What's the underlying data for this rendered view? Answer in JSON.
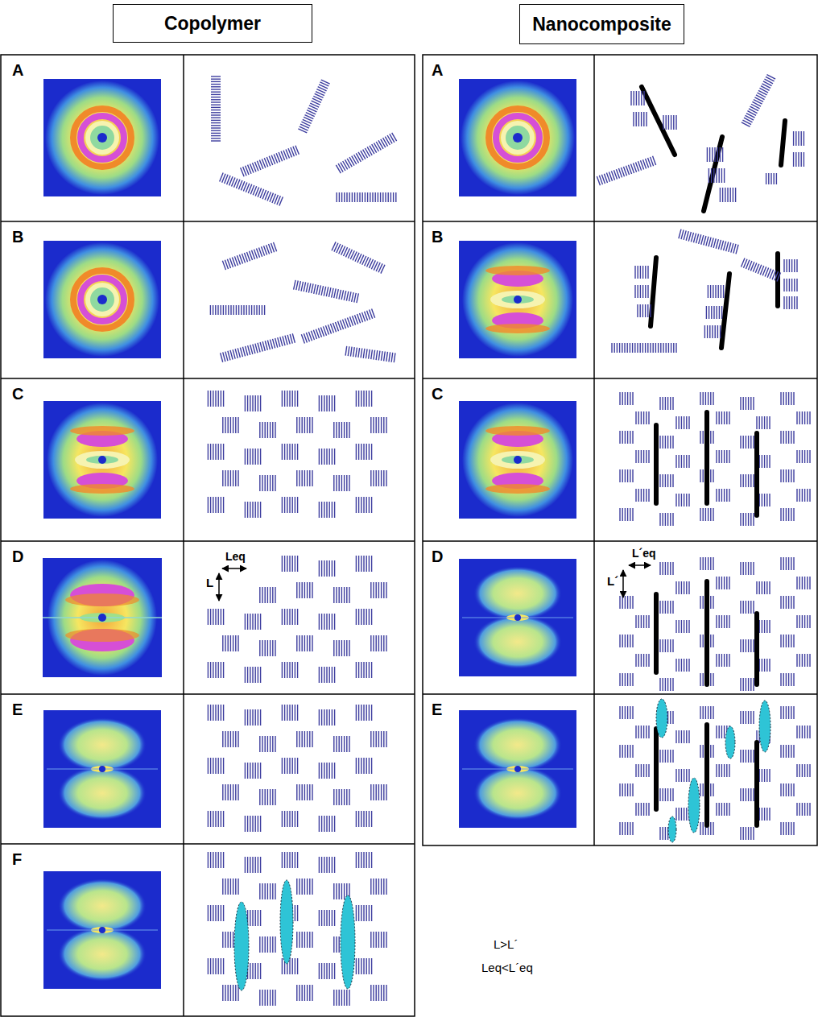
{
  "diagram": {
    "nodes": [
      {
        "text": [
          "Copolymer"
        ]
      },
      {
        "text": [
          "Nanocomposite"
        ]
      }
    ],
    "labels": [
      "A",
      "B",
      "C",
      "D",
      "E",
      "F",
      "A",
      "B",
      "C",
      "D",
      "E",
      "Leq",
      "L",
      "L´eq",
      "L´",
      "L>L´",
      "Leq<L´eq"
    ]
  }
}
